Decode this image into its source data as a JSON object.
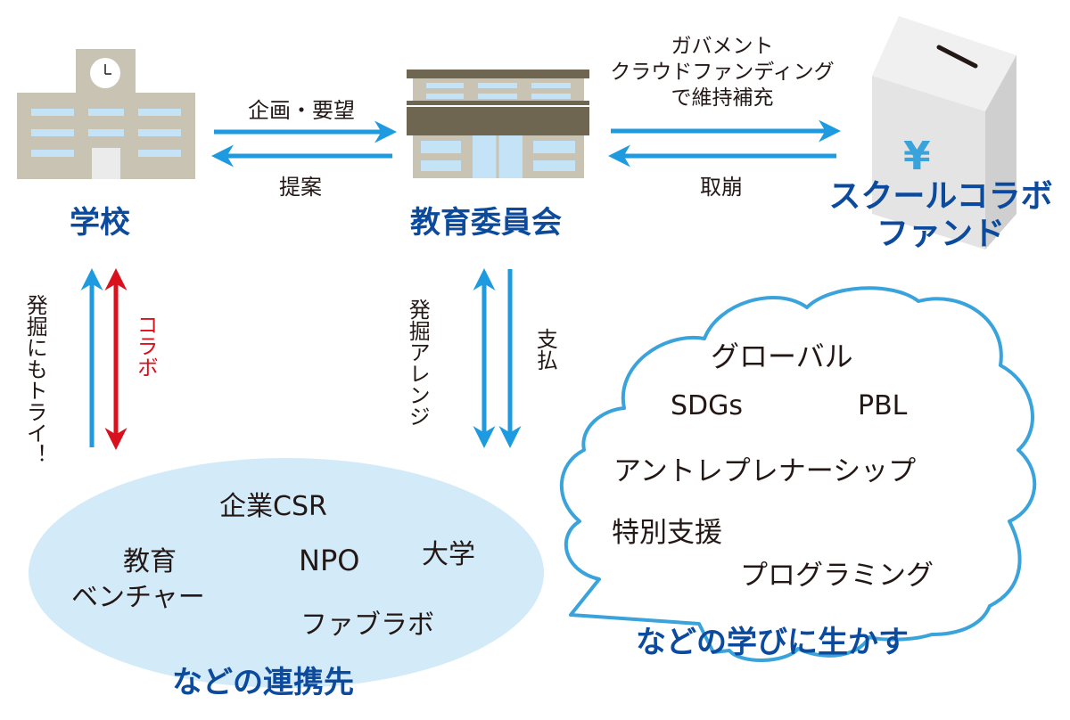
{
  "colors": {
    "arrow_blue": "#1e9be0",
    "arrow_red": "#d9111c",
    "label_blue": "#0b4a9c",
    "ellipse_fill": "#d3eaf8",
    "cloud_stroke": "#3aa3db",
    "building_beige": "#c8c3b2",
    "building_dark": "#6f6652",
    "window_blue": "#c5e3f7"
  },
  "nodes": {
    "school": {
      "label": "学校",
      "icon": "school-building-icon"
    },
    "board": {
      "label": "教育委員会",
      "icon": "office-building-icon"
    },
    "fund": {
      "label_line1": "スクールコラボ",
      "label_line2": "ファンド",
      "icon": "donation-box-icon",
      "currency_symbol": "¥"
    }
  },
  "edges": {
    "school_to_board": "企画・要望",
    "board_to_school": "提案",
    "board_to_fund_line1": "ガバメント",
    "board_to_fund_line2": "クラウドファンディング",
    "board_to_fund_line3": "で維持補充",
    "fund_to_board": "取崩",
    "school_vertical_blue": "発掘にもトライ！",
    "school_vertical_red": "コラボ",
    "board_vertical_arrange": "発掘アレンジ",
    "board_vertical_pay": "支払"
  },
  "partners": {
    "items": [
      "企業CSR",
      "教育",
      "ベンチャー",
      "NPO",
      "大学",
      "ファブラボ"
    ],
    "caption": "などの連携先"
  },
  "learning": {
    "items": [
      "グローバル",
      "SDGs",
      "PBL",
      "アントレプレナーシップ",
      "特別支援",
      "プログラミング"
    ],
    "caption": "などの学びに生かす"
  }
}
